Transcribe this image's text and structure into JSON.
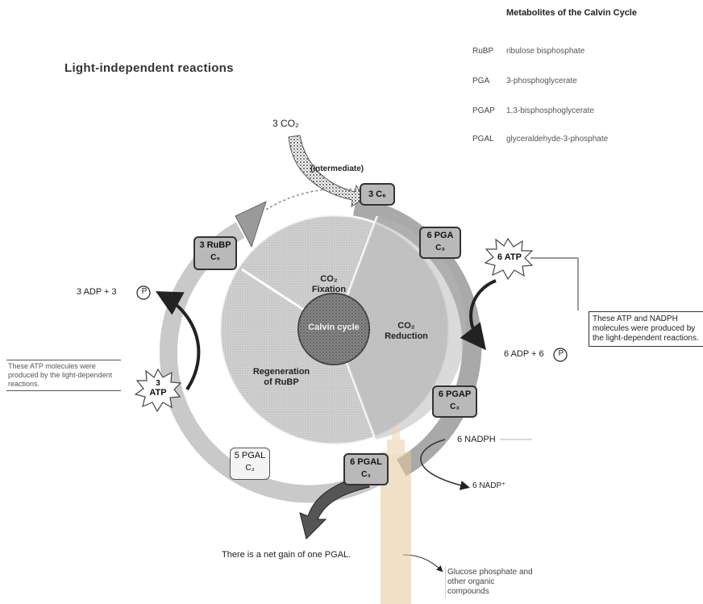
{
  "title": "Light-independent reactions",
  "legend": {
    "title": "Metabolites of the Calvin Cycle",
    "rows": [
      {
        "abbr": "RuBP",
        "def": "ribulose bisphosphate"
      },
      {
        "abbr": "PGA",
        "def": "3-phosphoglycerate"
      },
      {
        "abbr": "PGAP",
        "def": "1,3-bisphosphoglycerate"
      },
      {
        "abbr": "PGAL",
        "def": "glyceraldehyde-3-phosphate"
      }
    ]
  },
  "inputs": {
    "co2": "3 CO₂",
    "intermediate": "(intermediate)"
  },
  "boxes": {
    "c6": "3 C₆",
    "pga": {
      "line1": "6 PGA",
      "line2": "C₃"
    },
    "rubp": {
      "line1": "3 RuBP",
      "line2": "C₅"
    },
    "pgap": {
      "line1": "6 PGAP",
      "line2": "C₃"
    },
    "pgal5": {
      "line1": "5 PGAL",
      "line2": "C₃"
    },
    "pgal6": {
      "line1": "6 PGAL",
      "line2": "C₃"
    }
  },
  "segments": {
    "fixation": {
      "line1": "CO₂",
      "line2": "Fixation"
    },
    "reduction": {
      "line1": "CO₂",
      "line2": "Reduction"
    },
    "regeneration": {
      "line1": "Regeneration",
      "line2": "of RuBP"
    },
    "center": "Calvin cycle"
  },
  "energy": {
    "atp_right": "6 ATP",
    "adp_right": "6 ADP + 6",
    "p_symbol": "P",
    "atp_left_num": "3",
    "atp_left": "ATP",
    "adp_left": "3 ADP + 3",
    "nadph": "6 NADPH",
    "nadp": "6 NADP⁺"
  },
  "notes": {
    "right": "These ATP and NADPH molecules were produced by the light-dependent reactions.",
    "left": "These ATP molecules were produced by the light-dependent reactions."
  },
  "output": {
    "gain": "There is a net gain of one PGAL.",
    "glucose": "Glucose phosphate and other organic compounds"
  }
}
